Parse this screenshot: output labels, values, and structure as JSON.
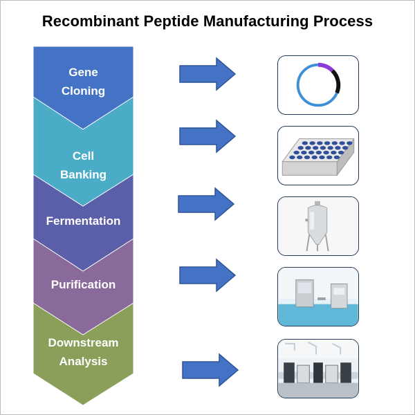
{
  "title": "Recombinant Peptide Manufacturing Process",
  "steps": [
    {
      "label": "Gene\nCloning",
      "color": "#4472c4"
    },
    {
      "label": "Cell\nBanking",
      "color": "#4aacc6"
    },
    {
      "label": "Fermentation",
      "color": "#5b5ea8"
    },
    {
      "label": "Purification",
      "color": "#8a6a9a"
    },
    {
      "label": "Downstream\nAnalysis",
      "color": "#8aa05a"
    }
  ],
  "arrow_color": "#4472c4",
  "images": [
    {
      "name": "plasmid-icon"
    },
    {
      "name": "cell-plate-icon"
    },
    {
      "name": "fermenter-tank-icon"
    },
    {
      "name": "purification-lab-photo"
    },
    {
      "name": "analysis-lab-photo"
    }
  ]
}
